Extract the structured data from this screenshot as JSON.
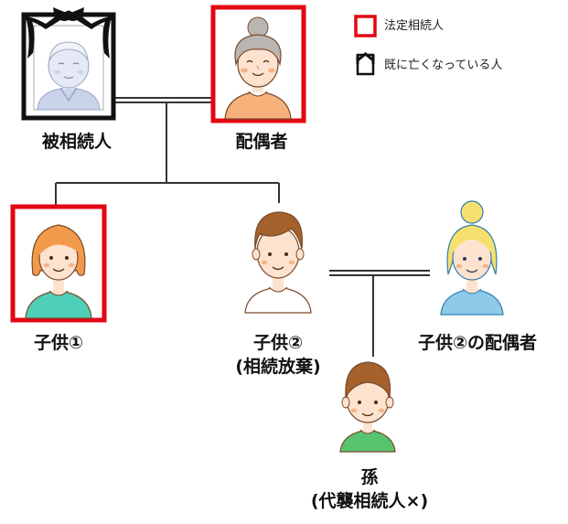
{
  "legend": {
    "heir_label": "法定相続人",
    "deceased_label": "既に亡くなっている人"
  },
  "people": {
    "deceased": {
      "label": "被相続人"
    },
    "spouse": {
      "label": "配偶者"
    },
    "child1": {
      "label": "子供①"
    },
    "child2": {
      "label": "子供②",
      "note": "(相続放棄)"
    },
    "child2_spouse": {
      "label": "子供②の配偶者"
    },
    "grandchild": {
      "label": "孫",
      "note": "(代襲相続人×)"
    }
  },
  "colors": {
    "heir_frame": "#e30613",
    "mourning_frame": "#111111",
    "line": "#333333",
    "skin": "#fde3cf",
    "blush": "#f6b48c",
    "grandma_hair": "#b9b6b2",
    "grandma_shirt": "#f7b27c",
    "deceased_tint": "#c9d3ea",
    "child1_hair": "#f29a4b",
    "child1_shirt": "#4fcfb7",
    "boy_hair": "#a5612b",
    "grandchild_shirt": "#57c36e",
    "woman_hair": "#f7e06d",
    "woman_shirt": "#8ecbea",
    "line_art": "#7a4a2a"
  }
}
